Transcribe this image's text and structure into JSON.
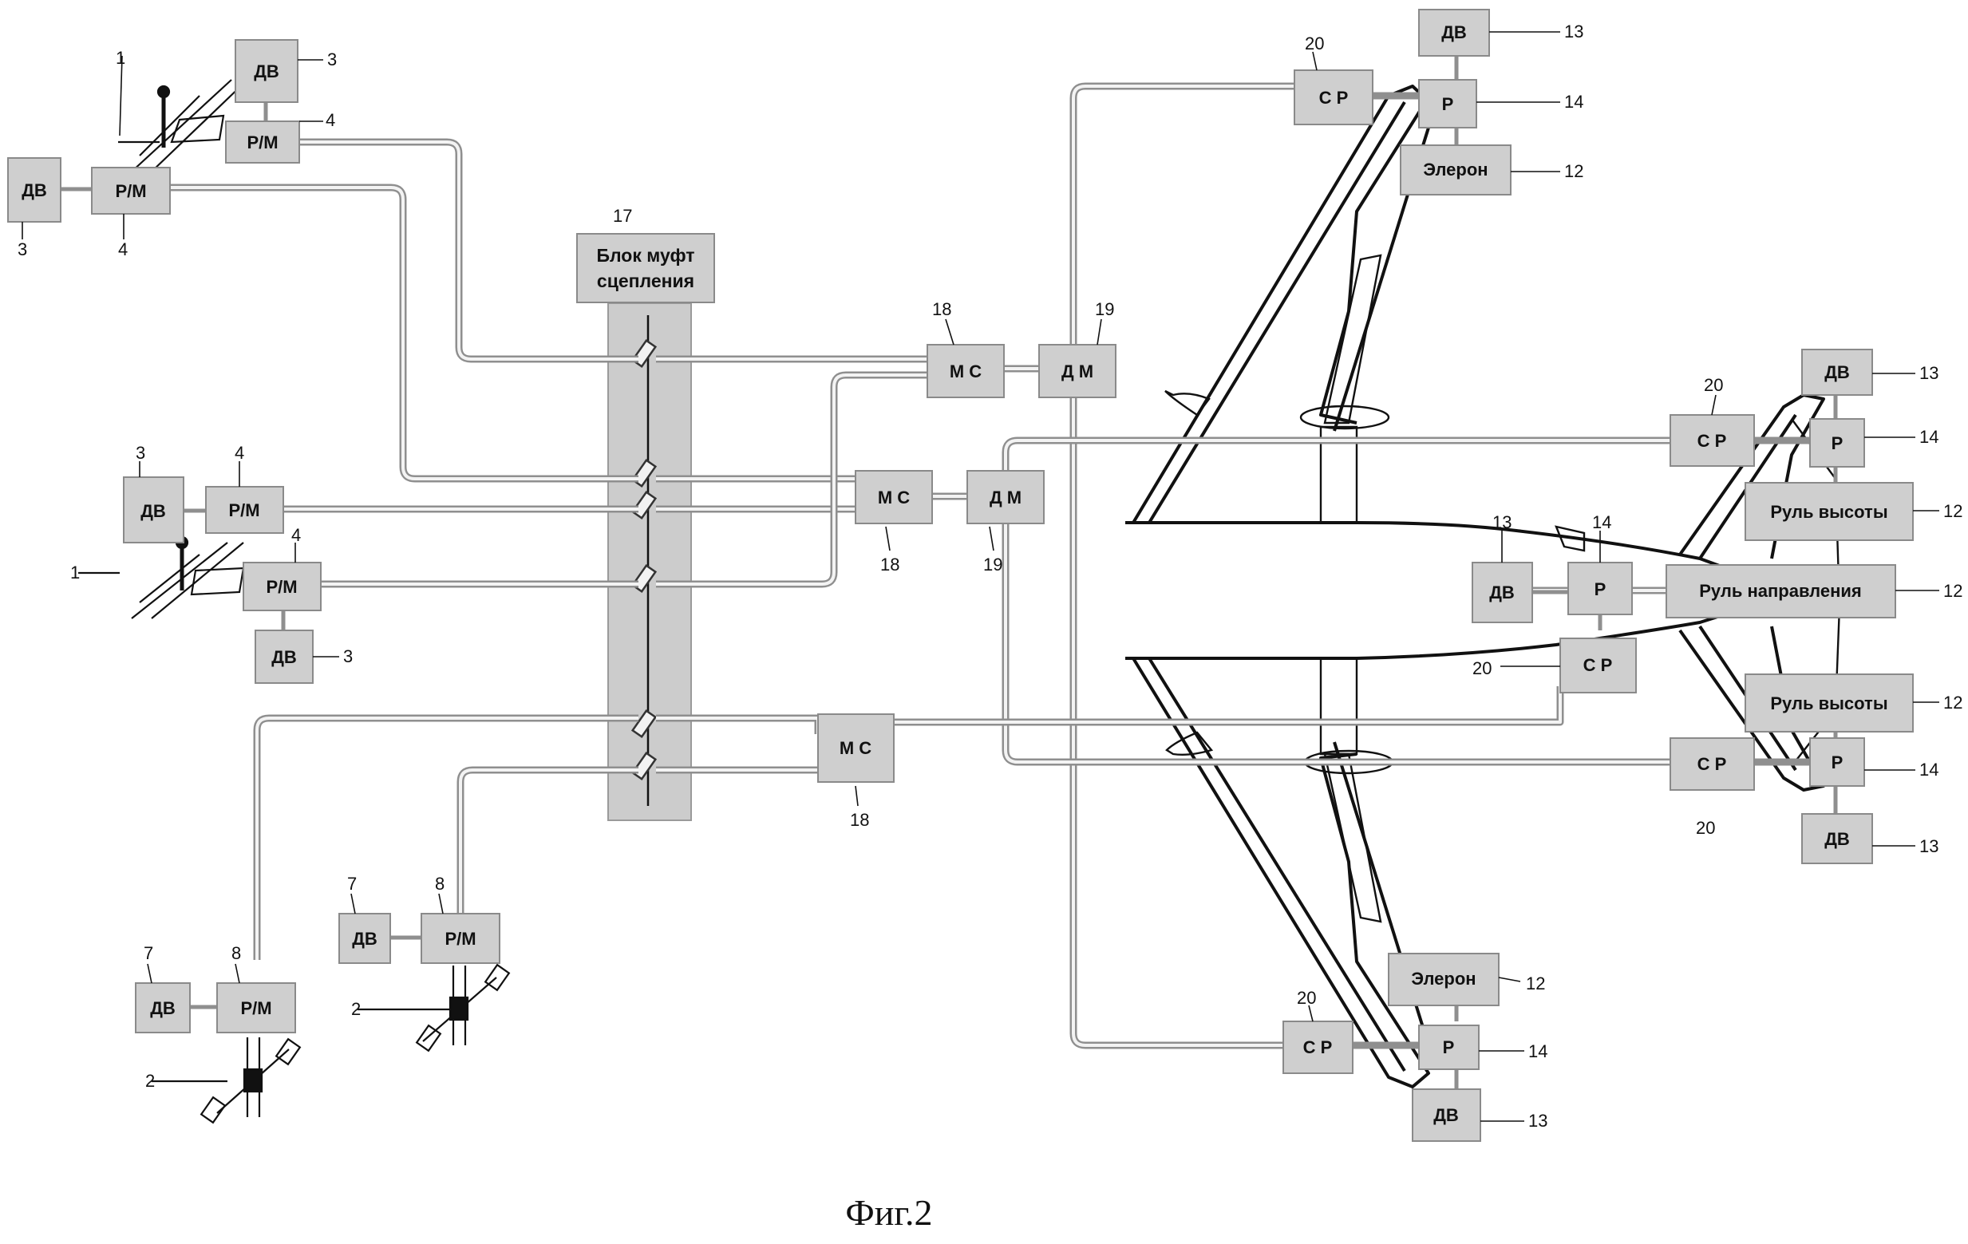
{
  "caption": "Фиг.2",
  "clutch_block": {
    "line1": "Блок муфт",
    "line2": "сцепления",
    "number": "17"
  },
  "boxes": {
    "dv": "ДВ",
    "rm": "Р/М",
    "ms": "М С",
    "dm": "Д М",
    "sr": "С Р",
    "r": "Р",
    "aileron": "Элерон",
    "elevator": "Руль высоты",
    "rudder": "Руль направления"
  },
  "numbers": {
    "n1": "1",
    "n2": "2",
    "n3": "3",
    "n4": "4",
    "n7": "7",
    "n8": "8",
    "n12": "12",
    "n13": "13",
    "n14": "14",
    "n18": "18",
    "n19": "19",
    "n20": "20"
  }
}
